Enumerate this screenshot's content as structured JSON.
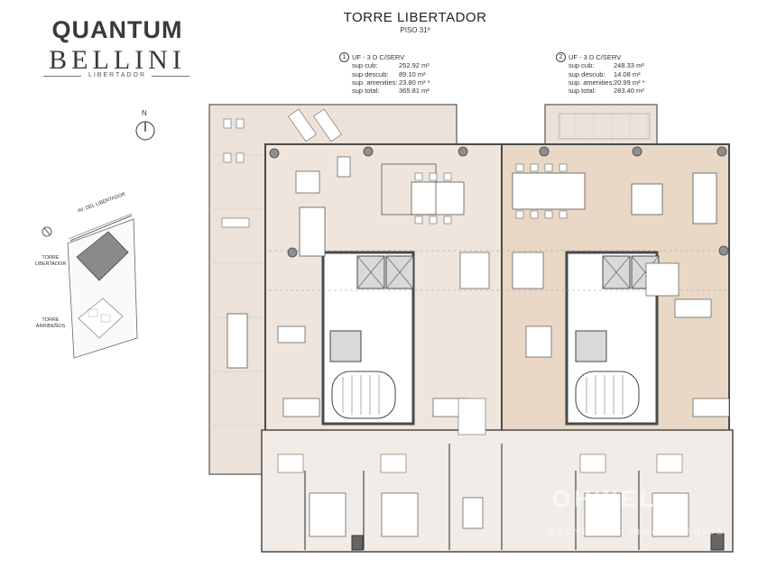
{
  "brand": {
    "line1": "QUANTUM",
    "line2": "BELLINI",
    "line3": "LIBERTADOR"
  },
  "header": {
    "title": "TORRE  LIBERTADOR",
    "floor": "PISO  31º"
  },
  "units": [
    {
      "number": "1",
      "name": "UF - 3 D C/SERV",
      "rows": [
        {
          "label": "sup cub:",
          "value": "252.92 m²"
        },
        {
          "label": "sup descub:",
          "value": "89.10 m²"
        },
        {
          "label": "sup. amenities:",
          "value": "23.80 m² *"
        },
        {
          "label": "sup total:",
          "value": "365.81 m²"
        }
      ]
    },
    {
      "number": "2",
      "name": "UF - 3 D C/SERV",
      "rows": [
        {
          "label": "sup cub:",
          "value": "248.33 m²"
        },
        {
          "label": "sup descub:",
          "value": "14.08 m²"
        },
        {
          "label": "sup. amenities:",
          "value": "20.99 m² *"
        },
        {
          "label": "sup total:",
          "value": "283.40 m²"
        }
      ]
    }
  ],
  "compass": {
    "north_label": "N"
  },
  "site_plan": {
    "street": "AV. DEL LIBERTADOR",
    "tower1": "TORRE LIBERTADOR",
    "tower2": "TORRE ARRIBEÑOS"
  },
  "watermark": {
    "line1": "OHWEL",
    "line2": "PROYECTOS INMOBILIARIOS"
  },
  "colors": {
    "unit1_fill": "#efe5dc",
    "unit2_fill": "#e9d8c5",
    "terrace_fill": "#ebe1d8",
    "wall": "#4a4a4a",
    "core_fill": "#d9d9d9"
  }
}
